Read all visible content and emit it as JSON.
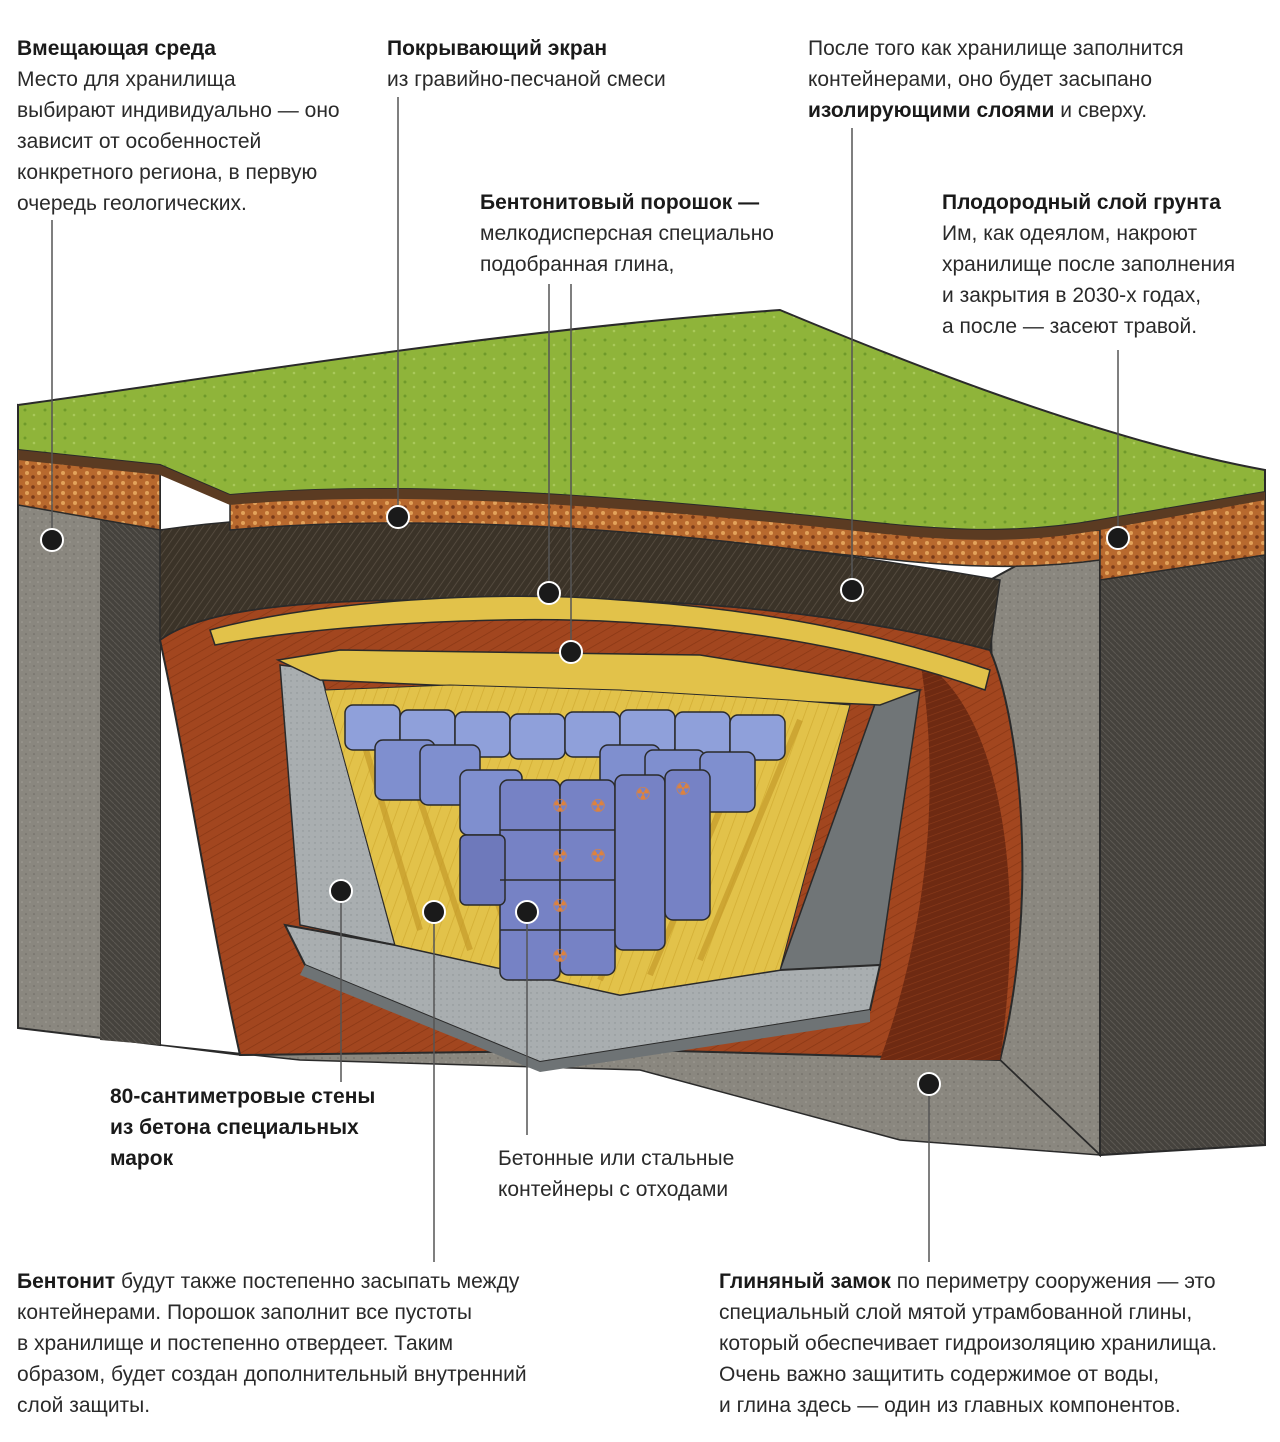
{
  "labels": {
    "host": {
      "title": "Вмещающая среда",
      "lines": [
        "Место для хранилища",
        "выбирают индивидуально — оно",
        "зависит от особенностей",
        "конкретного региона, в первую",
        "очередь геологических."
      ]
    },
    "cover": {
      "title": "Покрывающий экран",
      "lines": [
        "из гравийно-песчаной смеси"
      ]
    },
    "isolating": {
      "line1": "После того как хранилище заполнится",
      "line2": "контейнерами, оно будет засыпано",
      "bold": "изолирующими слоями",
      "tail": " и сверху."
    },
    "bentonite_powder": {
      "title": "Бентонитовый порошок —",
      "lines": [
        "мелкодисперсная специально",
        "подобранная глина,"
      ]
    },
    "topsoil": {
      "title": "Плодородный слой грунта",
      "lines": [
        "Им, как одеялом, накроют",
        "хранилище после заполнения",
        "и закрытия в 2030-х годах,",
        "а после — засеют травой."
      ]
    },
    "walls": {
      "lines": [
        "80-сантиметровые стены",
        "из бетона специальных",
        "марок"
      ]
    },
    "containers": {
      "lines": [
        "Бетонные или стальные",
        "контейнеры с отходами"
      ]
    },
    "bentonite_fill": {
      "bold": "Бентонит",
      "first_rest": " будут также постепенно засыпать между",
      "lines": [
        "контейнерами. Порошок заполнит все пустоты",
        "в хранилище и постепенно отвердеет. Таким",
        "образом, будет создан дополнительный внутренний",
        "слой защиты."
      ]
    },
    "clay_lock": {
      "bold": "Глиняный замок",
      "first_rest": " по периметру сооружения — это",
      "lines": [
        "специальный слой мятой утрамбованной глины,",
        "который обеспечивает гидроизоляцию хранилища.",
        "Очень важно защитить содержимое от воды,",
        "и глина здесь — один из главных компонентов."
      ]
    }
  },
  "colors": {
    "grass": "#8fb43a",
    "grass_dark": "#5f8a24",
    "gravel": "#b8692e",
    "dark_soil": "#3b3328",
    "rock": "#8a877f",
    "clay": "#a2461f",
    "bentonite": "#e2c24a",
    "concrete": "#a9aeb0",
    "container": "#7f8fcf",
    "hazard": "#e0823a",
    "marker": "#1a1a1a"
  },
  "icons": {
    "marker": "marker-dot-icon",
    "hazard": "radiation-icon"
  }
}
